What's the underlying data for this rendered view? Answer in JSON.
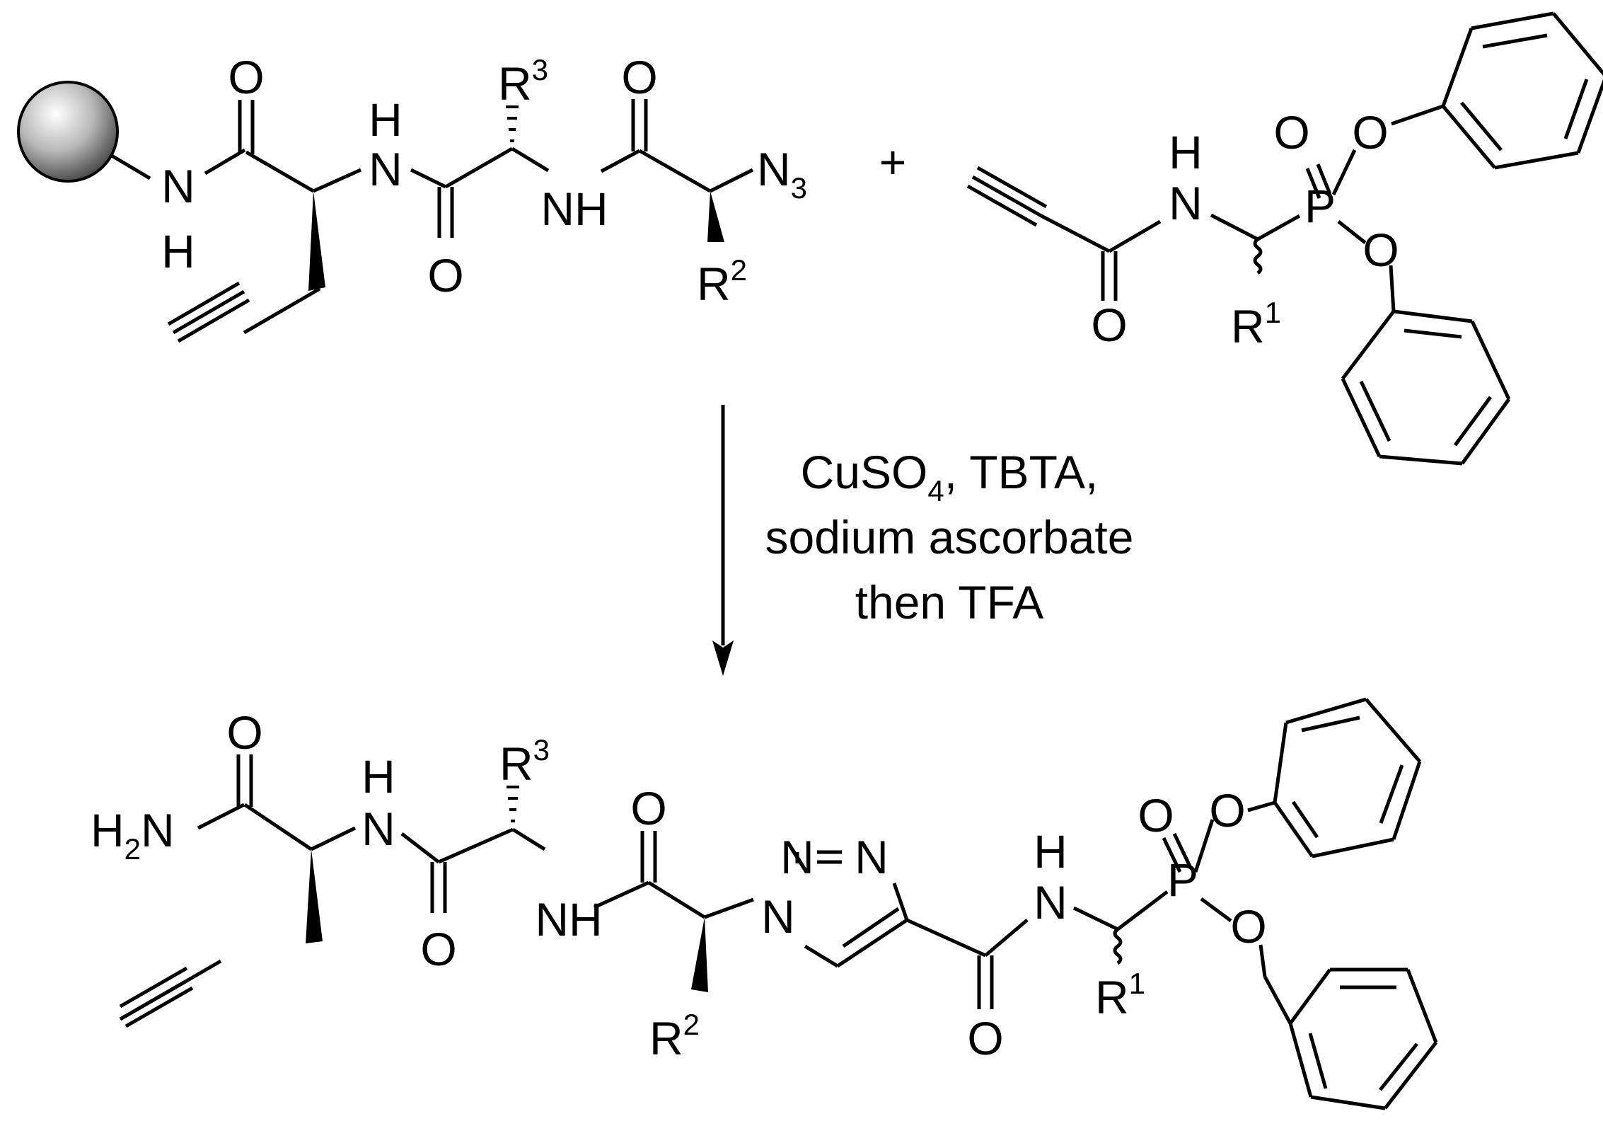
{
  "reactant1": {
    "n_h_top": "N",
    "n_h_top_h": "H",
    "n_amide1": "N",
    "n_amide1_h": "H",
    "o1": "O",
    "o2": "O",
    "o3": "O",
    "nh2": "NH",
    "n_azide": "N",
    "n_azide_sub": "3",
    "r3": "R",
    "r3_sup": "3",
    "r2": "R",
    "r2_sup": "2"
  },
  "plus_sign": "+",
  "reactant2": {
    "n": "N",
    "n_h": "H",
    "o_amide": "O",
    "p": "P",
    "o_p": "O",
    "o_ph1": "O",
    "o_ph2": "O",
    "r1": "R",
    "r1_sup": "1"
  },
  "conditions": {
    "line1_a": "CuSO",
    "line1_sub": "4",
    "line1_b": ", TBTA,",
    "line2": "sodium ascorbate",
    "line3": "then TFA"
  },
  "product": {
    "h2n_h": "H",
    "h2n_sub": "2",
    "h2n_n": "N",
    "o1": "O",
    "n_amide1": "N",
    "n_amide1_h": "H",
    "o2": "O",
    "r3": "R",
    "r3_sup": "3",
    "nh": "NH",
    "o3": "O",
    "r2": "R",
    "r2_sup": "2",
    "triazole_n1": "N",
    "triazole_n2": "N",
    "triazole_n3": "N",
    "o4": "O",
    "n_amide2": "N",
    "n_amide2_h": "H",
    "p": "P",
    "o_p": "O",
    "o_ph1": "O",
    "o_ph2": "O",
    "r1": "R",
    "r1_sup": "1"
  }
}
